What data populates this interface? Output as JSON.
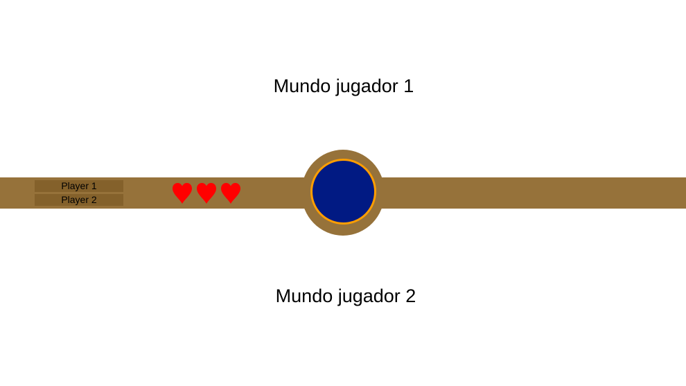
{
  "colors": {
    "bar": "#96723a",
    "player_button_bg": "#84612b",
    "heart": "#ff0000",
    "orb_ring": "#96723a",
    "orb_core": "#011a83",
    "orb_border": "#ff9e00"
  },
  "worlds": {
    "player1_label": "Mundo jugador 1",
    "player2_label": "Mundo jugador 2"
  },
  "players": [
    {
      "label": "Player 1"
    },
    {
      "label": "Player 2"
    }
  ],
  "hearts": {
    "count": 3,
    "icon": "heart-icon"
  },
  "orb": {
    "icon": "portal-orb"
  }
}
